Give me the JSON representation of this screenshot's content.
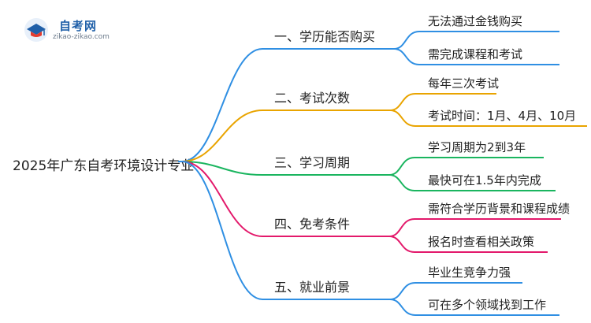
{
  "logo": {
    "title": "自考网",
    "subtitle": "zikao-zikao.com"
  },
  "mindmap": {
    "root": "2025年广东自考环境设计专业",
    "branches": [
      {
        "label": "一、学历能否购买",
        "color": "#2f8fe3",
        "children": [
          "无法通过金钱购买",
          "需完成课程和考试"
        ]
      },
      {
        "label": "二、考试次数",
        "color": "#e9a400",
        "children": [
          "每年三次考试",
          "考试时间：1月、4月、10月"
        ]
      },
      {
        "label": "三、学习周期",
        "color": "#1ab55f",
        "children": [
          "学习周期为2到3年",
          "最快可在1.5年内完成"
        ]
      },
      {
        "label": "四、免考条件",
        "color": "#e3196b",
        "children": [
          "需符合学历背景和课程成绩",
          "报名时查看相关政策"
        ]
      },
      {
        "label": "五、就业前景",
        "color": "#2f8fe3",
        "children": [
          "毕业生竞争力强",
          "可在多个领域找到工作"
        ]
      }
    ]
  }
}
